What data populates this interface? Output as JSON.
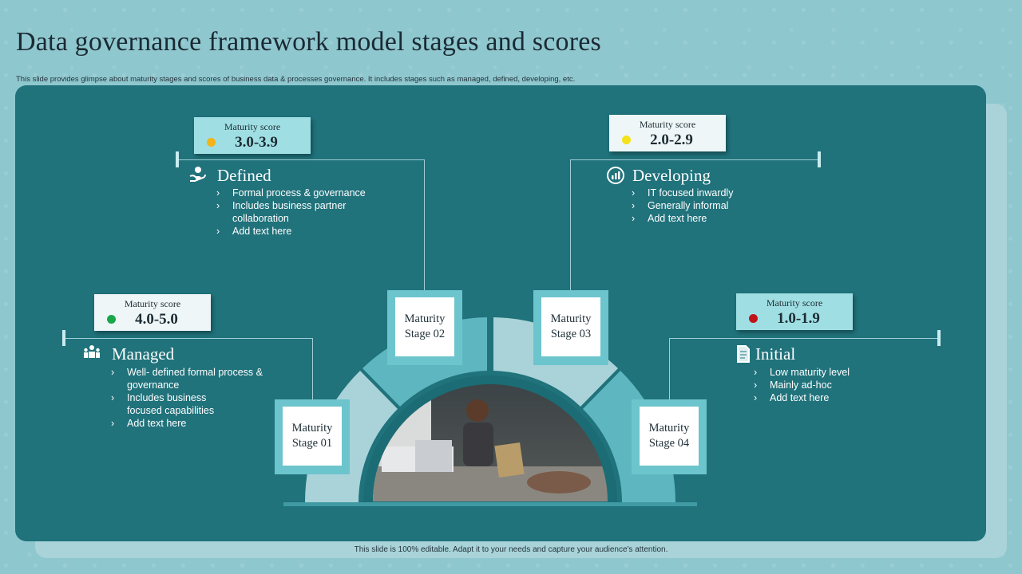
{
  "title": "Data governance framework model stages and scores",
  "subtitle": "This slide provides glimpse about maturity stages and scores of business data & processes governance. It includes stages such as managed,  defined, developing, etc.",
  "footer": "This slide is 100% editable.  Adapt it to your needs and capture your audience's attention.",
  "score_label": "Maturity score",
  "stages": [
    {
      "id": "managed",
      "name": "Managed",
      "icon": "team-icon",
      "score": "4.0-5.0",
      "dot_color": "#18a84a",
      "card": "Maturity\nStage 01",
      "bullets": [
        "Well- defined formal process & governance",
        "Includes business focused capabilities",
        "Add text here"
      ]
    },
    {
      "id": "defined",
      "name": "Defined",
      "icon": "hand-care-icon",
      "score": "3.0-3.9",
      "dot_color": "#f2b418",
      "card": "Maturity\nStage 02",
      "bullets": [
        "Formal process & governance",
        "Includes business partner collaboration",
        "Add text here"
      ]
    },
    {
      "id": "developing",
      "name": "Developing",
      "icon": "growth-badge-icon",
      "score": "2.0-2.9",
      "dot_color": "#f4e21a",
      "card": "Maturity\nStage 03",
      "bullets": [
        "IT focused inwardly",
        "Generally informal",
        "Add text here"
      ]
    },
    {
      "id": "initial",
      "name": "Initial",
      "icon": "document-icon",
      "score": "1.0-1.9",
      "dot_color": "#c0141a",
      "card": "Maturity\nStage 04",
      "bullets": [
        "Low maturity level",
        "Mainly ad-hoc",
        "Add text here"
      ]
    }
  ]
}
